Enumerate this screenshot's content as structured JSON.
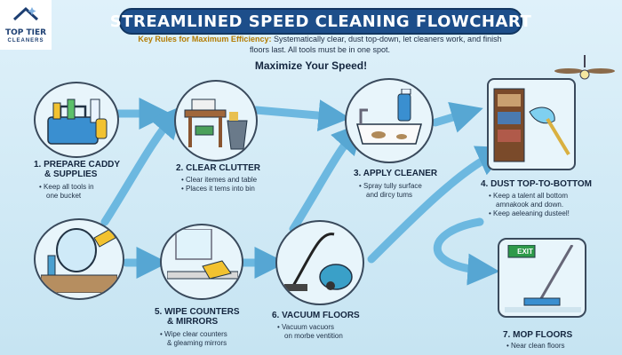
{
  "logo": {
    "name": "TOP TIER",
    "sub": "CLEANERS",
    "icon": "house-sparkle-icon"
  },
  "title": "STREAMLINED SPEED CLEANING FLOWCHART",
  "rules": {
    "label": "Key Rules for Maximum Efficiency:",
    "text": "Systematically clear, dust top-down, let cleaners work, and finish floors last. All tools must be in one spot."
  },
  "subtitle": "Maximize Your Speed!",
  "steps": [
    {
      "title_lines": [
        "1. Prepare Caddy",
        "& Supplies"
      ],
      "bullets": [
        "Keep all tools in",
        "one bucket"
      ],
      "icon": "cleaning-caddy-icon"
    },
    {
      "title_lines": [
        "2. Clear Clutter"
      ],
      "bullets": [
        "Clear itemes and table",
        "Places it tems into bin"
      ],
      "icon": "desk-and-trash-bin-icon"
    },
    {
      "title_lines": [
        "3. Apply Cleaner"
      ],
      "bullets": [
        "Spray tully surface",
        "and dircy tums"
      ],
      "icon": "spray-bottle-bathtub-icon"
    },
    {
      "title_lines": [
        "4. Dust Top-to-Bottom"
      ],
      "bullets": [
        "Keep a talent all bottom",
        "amnakook and down.",
        "Keep aeleaning dusteel!"
      ],
      "icon": "duster-bookshelf-icon"
    },
    {
      "title_lines": [
        "5. Wipe Counters",
        "& Mirrors"
      ],
      "bullets": [
        "Wipe clear counters",
        "& gleaming mirrors"
      ],
      "icon": "mirror-cloth-icon"
    },
    {
      "title_lines": [
        "6. Vacuum Floors"
      ],
      "bullets": [
        "Vacuum vacuors",
        "on morbe ventition"
      ],
      "icon": "vacuum-cleaner-icon"
    },
    {
      "title_lines": [
        "7. Mop Floors"
      ],
      "bullets": [
        "Near clean floors"
      ],
      "icon": "mop-exit-sign-icon"
    }
  ],
  "exit_sign": "EXIT"
}
